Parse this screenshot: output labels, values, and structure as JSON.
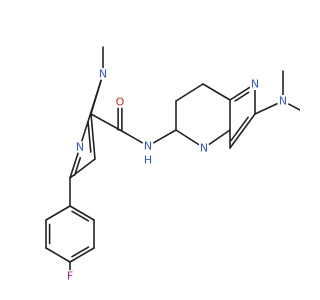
{
  "colors": {
    "bond": "#222222",
    "oxygen": "#e0201c",
    "nitrogen": "#3050f8",
    "fluorine": "#c2179b",
    "background": "#ffffff"
  },
  "molecule": {
    "atoms": {
      "O": {
        "symbol": "O",
        "color": "oxygen"
      },
      "N1": {
        "symbol": "N",
        "color": "nitrogen"
      },
      "N2": {
        "symbol": "N",
        "color": "nitrogen"
      },
      "NH": {
        "symbol": "N",
        "color": "nitrogen"
      },
      "Hyd": {
        "symbol": "H",
        "color": "nitrogen"
      },
      "Nq1": {
        "symbol": "N",
        "color": "nitrogen"
      },
      "Nq3": {
        "symbol": "N",
        "color": "nitrogen"
      },
      "NMe2": {
        "symbol": "N",
        "color": "nitrogen"
      },
      "F": {
        "symbol": "F",
        "color": "fluorine"
      }
    }
  }
}
